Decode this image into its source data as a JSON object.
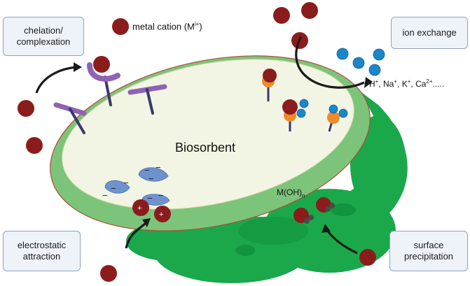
{
  "legend": {
    "cation_label": "metal cation (M",
    "cation_sup": "i+",
    "cation_close": ")"
  },
  "center_label": "Biosorbent",
  "hydroxide": {
    "main": "M(OH)",
    "sub": "n"
  },
  "released_ions": [
    {
      "base": "H",
      "sup": "+",
      "sep": ", "
    },
    {
      "base": "Na",
      "sup": "+",
      "sep": ", "
    },
    {
      "base": "K",
      "sup": "+",
      "sep": ", "
    },
    {
      "base": "Ca",
      "sup": "2+",
      "sep": "....."
    }
  ],
  "mechanisms": {
    "chelation": [
      "chelation/",
      "complexation"
    ],
    "ion_exchange": [
      "ion exchange"
    ],
    "electrostatic": [
      "electrostatic",
      "attraction"
    ],
    "precipitation": [
      "surface",
      "precipitation"
    ]
  },
  "charges": {
    "negative": "−",
    "positive": "+"
  },
  "colors": {
    "cation": "#8b1c1c",
    "biosorbent_surface": "#f2f5e4",
    "biosorbent_rim": "#7cc47a",
    "biosorbent_body": "#1aa84a",
    "ligand": "#8e63b3",
    "ion": "#1b86c8",
    "exchanger": "#f08a2a",
    "charged_patch": "#6f92cf",
    "box_fill": "#eef3fa",
    "box_border": "#8ea2bd"
  }
}
